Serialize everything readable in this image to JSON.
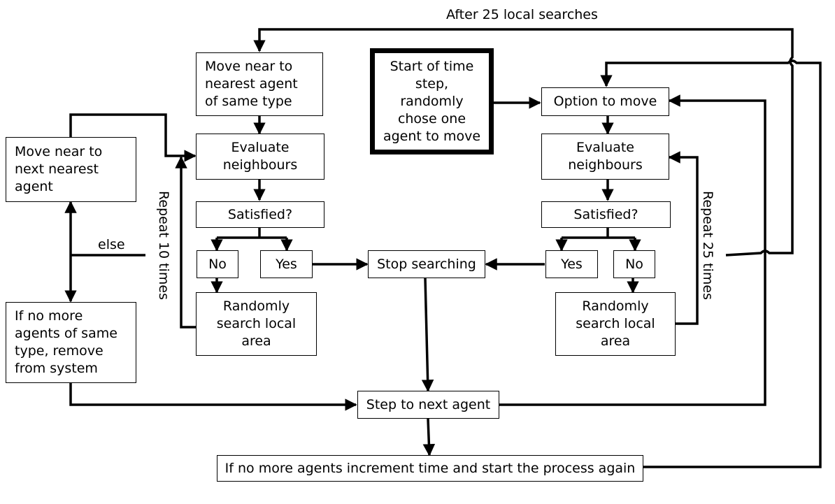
{
  "start": "Start of time\nstep,\nrandomly\nchose one\nagent to move",
  "left_branch": {
    "move_nearest": "Move near to\nnearest agent\nof same type",
    "evaluate": "Evaluate\nneighbours",
    "satisfied": "Satisfied?",
    "no": "No",
    "yes": "Yes",
    "random_search": "Randomly\nsearch local\narea",
    "repeat": "Repeat 10 times"
  },
  "right_branch": {
    "option": "Option to move",
    "evaluate": "Evaluate\nneighbours",
    "satisfied": "Satisfied?",
    "yes": "Yes",
    "no": "No",
    "random_search": "Randomly\nsearch local\narea",
    "repeat": "Repeat 25 times"
  },
  "far_left": {
    "move_next": "Move near to\nnext nearest\nagent",
    "else": "else",
    "remove": "If no more\nagents of same\ntype, remove\nfrom system"
  },
  "stop": "Stop searching",
  "step_next": "Step to next agent",
  "final": "If no more agents increment time and start the process again",
  "after_label": "After 25 local searches"
}
